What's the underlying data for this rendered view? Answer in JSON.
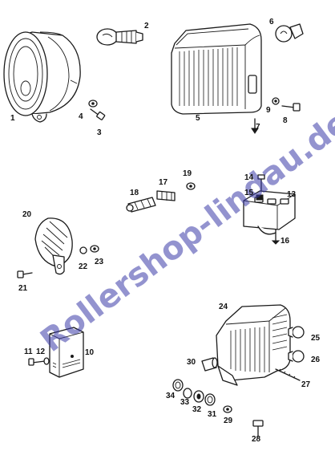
{
  "watermark": "Rollershop-lindau.de",
  "callouts": [
    "1",
    "2",
    "3",
    "4",
    "5",
    "6",
    "7",
    "8",
    "9",
    "10",
    "11",
    "12",
    "13",
    "14",
    "15",
    "16",
    "17",
    "18",
    "19",
    "20",
    "21",
    "22",
    "23",
    "24",
    "25",
    "26",
    "27",
    "28",
    "29",
    "30",
    "31",
    "32",
    "33",
    "34"
  ],
  "colors": {
    "line_art": "#1a1a1a",
    "watermark": "#3a3aa8",
    "background": "#ffffff"
  }
}
